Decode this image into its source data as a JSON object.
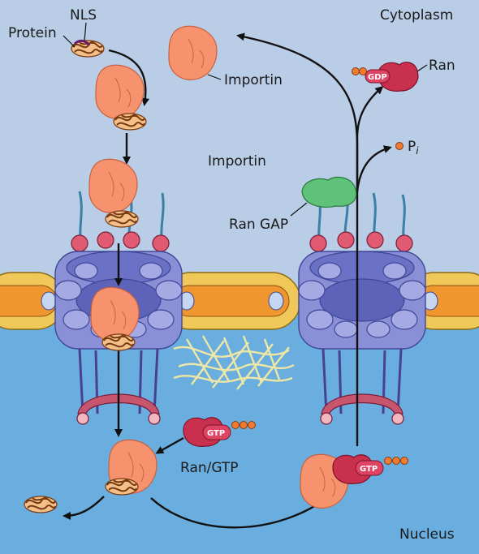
{
  "labels": {
    "cytoplasm": "Cytoplasm",
    "nucleus": "Nucleus",
    "nls": "NLS",
    "protein": "Protein",
    "importin_top": "Importin",
    "importin_mid": "Importin",
    "ran_gap": "Ran GAP",
    "ran": "Ran",
    "pi_main": "P",
    "pi_sub": "i",
    "ran_gtp": "Ran/GTP",
    "gdp": "GDP",
    "gtp_left": "GTP",
    "gtp_right": "GTP"
  },
  "colors": {
    "cytoplasm": "#b9cde6",
    "nucleus": "#6aaee0",
    "membrane_outer": "#f0c85a",
    "membrane_inner": "#f0962e",
    "pore": "#8a90d6",
    "importin": "#f7926e",
    "ran": "#c8304e",
    "ran_gap": "#5fc27a",
    "phosphate": "#f07a30",
    "filament": "#eee7a6"
  }
}
